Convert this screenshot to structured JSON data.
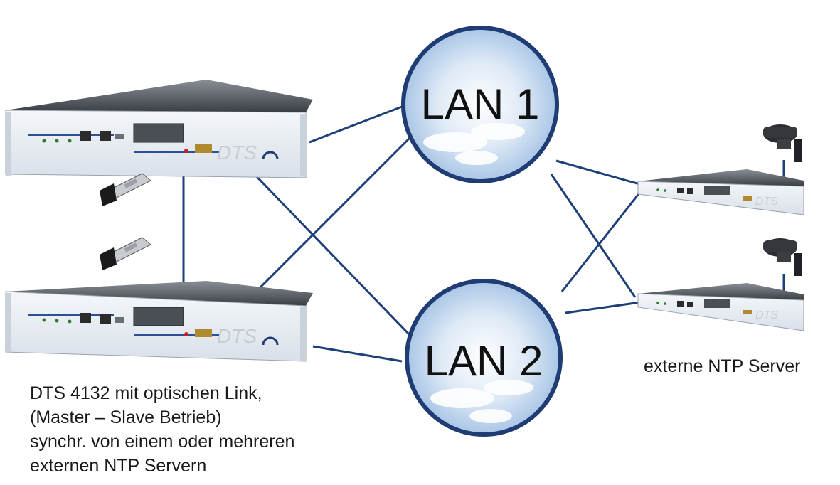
{
  "networks": [
    {
      "label": "LAN 1"
    },
    {
      "label": "LAN 2"
    }
  ],
  "devices": {
    "master": {
      "brand": "DTS"
    },
    "slave": {
      "brand": "DTS"
    },
    "external_1": {
      "brand": "DTS"
    },
    "external_2": {
      "brand": "DTS"
    }
  },
  "captions": {
    "left_lines": [
      "DTS 4132 mit optischen Link,",
      "(Master – Slave Betrieb)",
      "synchr. von einem oder mehreren",
      "externen NTP Servern"
    ],
    "right": "externe NTP Server"
  },
  "colors": {
    "link": "#1d3f7a",
    "lan_ring": "#1f3c74",
    "panel": "#e9eef3",
    "panel_stripe": "#2c4f9a",
    "sky": "#b9d3ec"
  },
  "icons": [
    "sfp-transceiver-icon",
    "gps-antenna-icon"
  ]
}
